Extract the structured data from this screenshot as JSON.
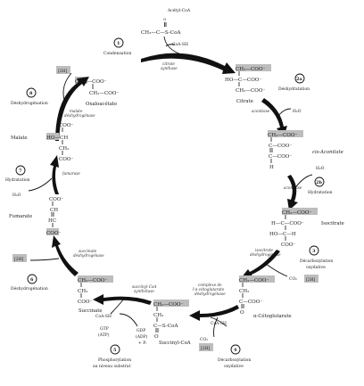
{
  "top": {
    "acetylcoa_label": "Acétyl-CoA",
    "acetylcoa_struct": "CH₃—C—S-CoA",
    "acetylcoa_o": "O",
    "coash": "CoA-SH"
  },
  "steps": {
    "s1": {
      "num": "1",
      "title": "Condensation",
      "enzyme": [
        "citrate",
        "synthase"
      ]
    },
    "s2a": {
      "num": "2a",
      "title": "Déshydratation",
      "enzyme": "aconitase"
    },
    "s2b": {
      "num": "2b",
      "title": "Hydratation",
      "enzyme": "aconitase"
    },
    "s3": {
      "num": "3",
      "title": [
        "Décarboxylation",
        "oxydative"
      ],
      "enzyme": [
        "isocitrate",
        "déshydrogénase"
      ]
    },
    "s4": {
      "num": "4",
      "title": [
        "Décarboxylation",
        "oxydative"
      ],
      "enzyme": [
        "complexe de",
        "l'α-cétoglutarate",
        "déshydrogénase"
      ]
    },
    "s5": {
      "num": "5",
      "title": [
        "Phosphorylation",
        "au niveau substrat"
      ],
      "enzyme": [
        "succinyl-CoA",
        "synthétase"
      ]
    },
    "s6": {
      "num": "6",
      "title": "Déshydrogénation",
      "enzyme": [
        "succinate",
        "déshydrogénase"
      ]
    },
    "s7": {
      "num": "7",
      "title": "Hydratation",
      "enzyme": "fumarase"
    },
    "s8": {
      "num": "8",
      "title": "Déshydrogénation",
      "enzyme": [
        "malate",
        "déshydrogénase"
      ]
    }
  },
  "metabolites": {
    "oxaloacetate": {
      "name": "Oxaloacétate",
      "lines": [
        "O=C—COO⁻",
        "CH₂—COO⁻"
      ]
    },
    "citrate": {
      "name": "Citrate",
      "lines": [
        "CH₂—COO⁻",
        "HO—C—COO⁻",
        "CH₂—COO⁻"
      ]
    },
    "cisaconitate": {
      "name": "cis-Aconitate",
      "lines": [
        "CH₂—COO⁻",
        "C—COO⁻",
        "C—COO⁻",
        "H"
      ]
    },
    "isocitrate": {
      "name": "Isocitrate",
      "lines": [
        "CH₂—COO⁻",
        "H—C—COO⁻",
        "HO—C—H",
        "COO⁻"
      ]
    },
    "akg": {
      "name": "α-Cétoglutarate",
      "lines": [
        "CH₂—COO⁻",
        "CH₂",
        "C—COO⁻",
        "O"
      ]
    },
    "succinylcoa": {
      "name": "Succinyl-CoA",
      "lines": [
        "CH₂—COO⁻",
        "CH₂",
        "C—S-CoA",
        "O"
      ]
    },
    "succinate": {
      "name": "Succinate",
      "lines": [
        "CH₂—COO⁻",
        "CH₂",
        "COO⁻"
      ]
    },
    "fumarate": {
      "name": "Fumarate",
      "lines": [
        "COO⁻",
        "CH",
        "HC",
        "COO⁻"
      ]
    },
    "malate": {
      "name": "Malate",
      "lines": [
        "COO⁻",
        "HO—CH",
        "CH₂",
        "COO⁻"
      ]
    }
  },
  "cofactors": {
    "h2o": "H₂O",
    "twoH": "[2H]",
    "co2": "CO₂",
    "coash": "CoA-SH",
    "gtp": [
      "GTP",
      "(ATP)"
    ],
    "gdp": [
      "GDP",
      "(ADP)",
      "+ Pᵢ"
    ]
  }
}
